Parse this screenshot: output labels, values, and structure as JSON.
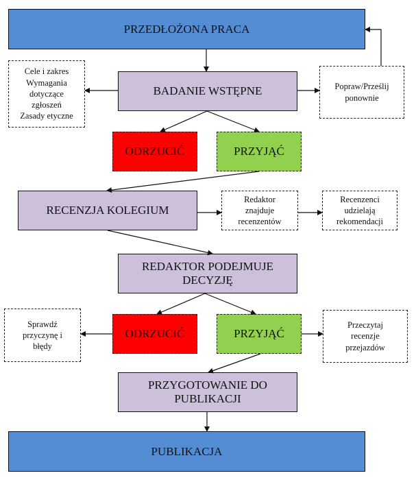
{
  "colors": {
    "primary_blue": "#548dd4",
    "process_lavender": "#ccc0da",
    "reject_red": "#ff0000",
    "accept_green": "#92d050"
  },
  "nodes": {
    "submitted": "PRZEDŁOŻONA PRACA",
    "initial_review": "BADANIE WSTĘPNE",
    "initial_criteria": "Cele i zakres\nWymagania\ndotyczące\nzgłoszeń\nZasady etyczne",
    "revise_resubmit": "Popraw/Prześlij\nponownie",
    "reject_1": "ODRZUCIĆ",
    "accept_1": "PRZYJĄĆ",
    "peer_review": "RECENZJA KOLEGIUM",
    "editor_finds": "Redaktor\nznajduje\nrecenzentów",
    "reviewers_recommend": "Recenzenci\nudzielają\nrekomendacji",
    "editor_decides": "REDAKTOR PODEJMUJE\nDECYZJĘ",
    "check_reason": "Sprawdź\nprzyczynę i\nbłędy",
    "reject_2": "ODRZUCIĆ",
    "accept_2": "PRZYJĄĆ",
    "read_reviews": "Przeczytaj\nrecenzje\nprzejazdów",
    "preparation": "PRZYGOTOWANIE DO\nPUBLIKACJI",
    "publication": "PUBLIKACJA"
  }
}
